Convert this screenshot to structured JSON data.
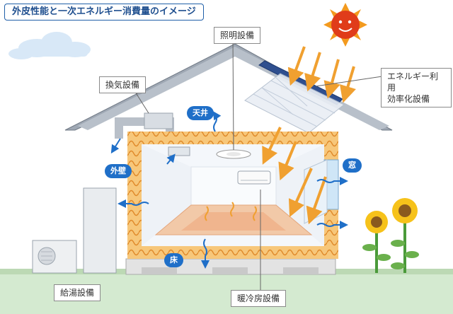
{
  "title": "外皮性能と一次エネルギー消費量のイメージ",
  "callouts": {
    "lighting": "照明設備",
    "ventilation": "換気設備",
    "energy_line1": "エネルギー利用",
    "energy_line2": "効率化設備",
    "water_heater": "給湯設備",
    "heating_cooling": "暖冷房設備"
  },
  "labels": {
    "ceiling": "天井",
    "outer_wall": "外壁",
    "window": "窓",
    "floor": "床"
  },
  "colors": {
    "accent_blue": "#1f6fc8",
    "insulation": "#f7c77a",
    "heat_arrow": "#f0a030",
    "sun": "#e03c1a",
    "roof": "#9fa8b4"
  },
  "icons": [
    "sun-icon",
    "cloud-icon",
    "solar-panel-icon",
    "air-conditioner-icon",
    "ceiling-light-icon",
    "ventilation-fan-icon",
    "water-heater-icon",
    "sunflower-icon"
  ]
}
